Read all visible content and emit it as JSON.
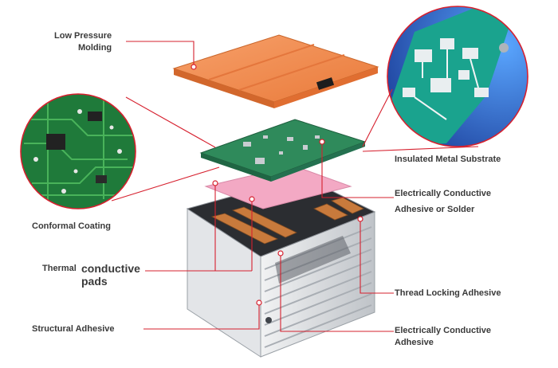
{
  "labels": {
    "low_pressure_molding": [
      "Low Pressure",
      "Molding"
    ],
    "insulated_metal_substrate": "Insulated Metal Substrate",
    "conductive_adhesive_solder": [
      "Electrically Conductive",
      "Adhesive or Solder"
    ],
    "conformal_coating": "Conformal Coating",
    "thermal_pads_small": "Thermal",
    "thermal_pads_big": [
      "conductive",
      "pads"
    ],
    "thread_locking_adhesive": "Thread Locking Adhesive",
    "structural_adhesive": "Structural Adhesive",
    "conductive_adhesive": [
      "Electrically Conductive",
      "Adhesive"
    ]
  },
  "colors": {
    "callout_line": "#d6202e",
    "molding": "#f28c4c",
    "pcb": "#2f8a5b",
    "thermal_pad": "#f3a9c4",
    "housing": "#d9dbde",
    "copper": "#c87a3c",
    "label_text": "#3a3a3a"
  },
  "icons": [
    "pcb-closeup-circle",
    "substrate-closeup-circle"
  ]
}
